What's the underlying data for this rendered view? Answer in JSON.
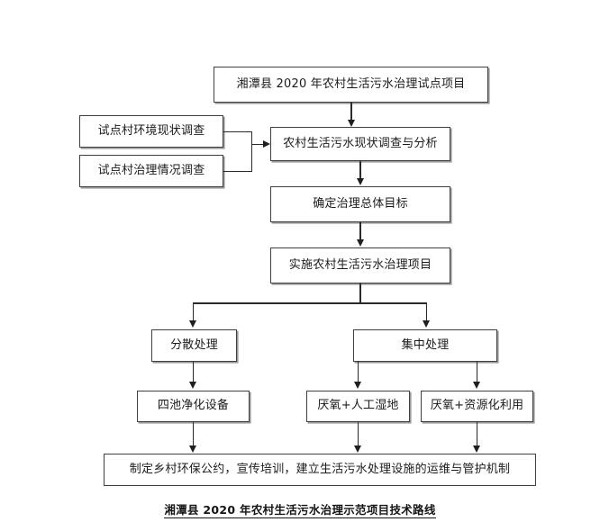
{
  "diagram": {
    "title": "湘潭县 2020 年农村生活污水治理示范项目技术路线",
    "caption": "湘潭县 2020 年农村生活污水治理示范项目技术路线",
    "nodes": {
      "project_title": "湘潭县 2020 年农村生活污水治理试点项目",
      "survey_env": "试点村环境现状调查",
      "survey_treat": "试点村治理情况调查",
      "analysis": "农村生活污水现状调查与分析",
      "goal": "确定治理总体目标",
      "implement": "实施农村生活污水治理项目",
      "decentralized": "分散处理",
      "centralized": "集中处理",
      "four_pond": "四池净化设备",
      "anaerobic_wetland": "厌氧+人工湿地",
      "anaerobic_resource": "厌氧+资源化利用",
      "mechanism": "制定乡村环保公约，宣传培训，建立生活污水处理设施的运维与管护机制"
    },
    "colors": {
      "box_border": "#3f3f3f",
      "box_shadow": "#9a9a9a",
      "connector": "#2b2b2b",
      "text": "#1b1b1b",
      "background": "#ffffff"
    }
  }
}
